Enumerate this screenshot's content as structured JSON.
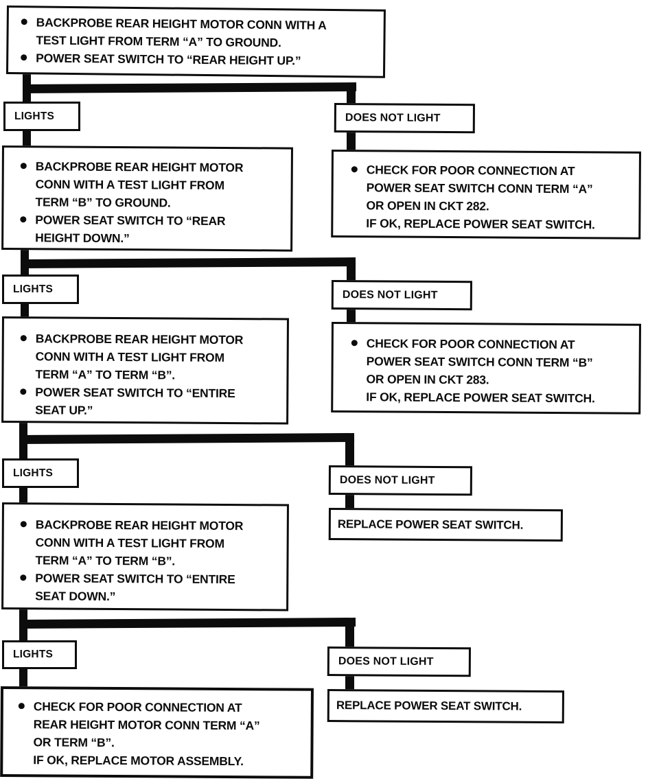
{
  "labels": {
    "lights": "LIGHTS",
    "does_not_light": "DOES NOT LIGHT"
  },
  "colors": {
    "ink": "#0c0c0c",
    "paper": "#ffffff"
  },
  "boxes": {
    "step1": {
      "bullets": [
        "BACKPROBE REAR HEIGHT MOTOR CONN WITH A\nTEST LIGHT FROM TERM “A” TO GROUND.",
        "POWER SEAT SWITCH TO “REAR HEIGHT UP.”"
      ]
    },
    "step2": {
      "bullets": [
        "BACKPROBE REAR HEIGHT MOTOR\nCONN WITH A TEST LIGHT FROM\nTERM “B” TO GROUND.",
        "POWER SEAT SWITCH TO “REAR\nHEIGHT DOWN.”"
      ]
    },
    "step3": {
      "bullets": [
        "BACKPROBE REAR HEIGHT MOTOR\nCONN WITH A TEST LIGHT FROM\nTERM “A” TO TERM “B”.",
        "POWER SEAT SWITCH TO “ENTIRE\nSEAT UP.”"
      ]
    },
    "step4": {
      "bullets": [
        "BACKPROBE REAR HEIGHT MOTOR\nCONN WITH A TEST LIGHT FROM\nTERM “A” TO TERM “B”.",
        "POWER SEAT SWITCH TO “ENTIRE\nSEAT DOWN.”"
      ]
    },
    "final": {
      "bullets": [
        "CHECK FOR POOR CONNECTION AT\nREAR HEIGHT MOTOR CONN TERM “A”\nOR TERM “B”."
      ],
      "note": "IF OK, REPLACE MOTOR ASSEMBLY."
    },
    "fail1": {
      "bullets": [
        "CHECK FOR POOR CONNECTION AT\nPOWER SEAT SWITCH CONN TERM “A”\nOR OPEN IN CKT 282."
      ],
      "note": "IF OK, REPLACE POWER SEAT SWITCH."
    },
    "fail2": {
      "bullets": [
        "CHECK FOR POOR CONNECTION AT\nPOWER SEAT SWITCH CONN TERM “B”\nOR OPEN IN CKT 283."
      ],
      "note": "IF OK, REPLACE POWER SEAT SWITCH."
    },
    "fail3": {
      "text": "REPLACE POWER SEAT SWITCH."
    },
    "fail4": {
      "text": "REPLACE POWER SEAT SWITCH."
    }
  }
}
